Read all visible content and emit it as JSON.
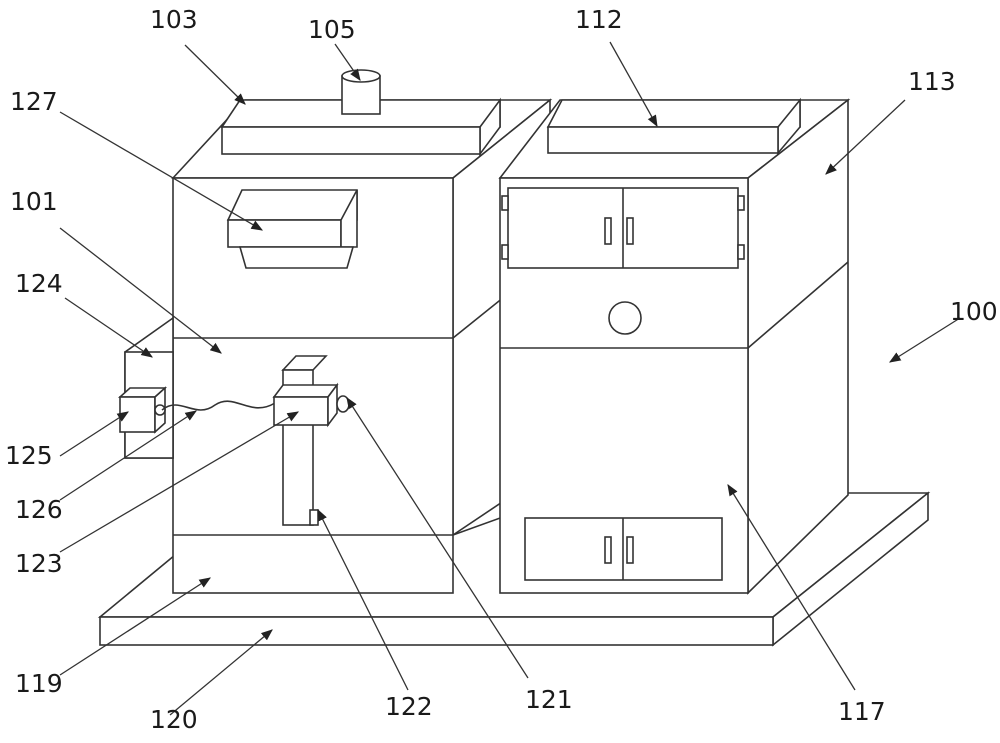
{
  "figure": {
    "labels": {
      "l100": "100",
      "l101": "101",
      "l103": "103",
      "l105": "105",
      "l112": "112",
      "l113": "113",
      "l117": "117",
      "l119": "119",
      "l120": "120",
      "l121": "121",
      "l122": "122",
      "l123": "123",
      "l124": "124",
      "l125": "125",
      "l126": "126",
      "l127": "127"
    }
  }
}
